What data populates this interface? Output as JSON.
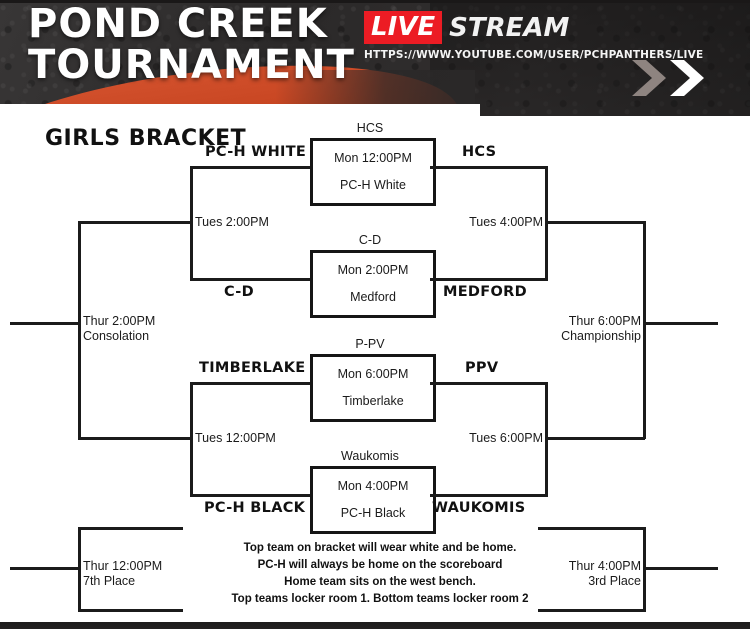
{
  "header": {
    "title_line1": "POND CREEK",
    "title_line2": "TOURNAMENT",
    "live_tag": "LIVE",
    "stream_tag": "STREAM",
    "url": "HTTPS://WWW.YOUTUBE.COM/USER/PCHPANTHERS/LIVE",
    "chevron_gray": "#8e8480",
    "chevron_white": "#ffffff",
    "live_red": "#ec1c24",
    "bg": "#2a2828",
    "swoosh_color": "#c5431f"
  },
  "bracket": {
    "title": "GIRLS BRACKET",
    "seeds": {
      "top_left_upper": "PC-H WHITE",
      "top_left_lower": "C-D",
      "top_right_upper": "HCS",
      "top_right_lower": "MEDFORD",
      "bottom_left_upper": "TIMBERLAKE",
      "bottom_left_lower": "PC-H BLACK",
      "bottom_right_upper": "PPV",
      "bottom_right_lower": "WAUKOMIS"
    },
    "games": [
      {
        "cap": "HCS",
        "time": "Mon 12:00PM",
        "team": "PC-H White"
      },
      {
        "cap": "C-D",
        "time": "Mon 2:00PM",
        "team": "Medford"
      },
      {
        "cap": "P-PV",
        "time": "Mon 6:00PM",
        "team": "Timberlake"
      },
      {
        "cap": "Waukomis",
        "time": "Mon 4:00PM",
        "team": "PC-H Black"
      }
    ],
    "slots": {
      "semi_top_left": "Tues 2:00PM",
      "semi_top_right": "Tues 4:00PM",
      "semi_bot_left": "Tues 12:00PM",
      "semi_bot_right": "Tues 6:00PM",
      "consolation_time": "Thur 2:00PM",
      "consolation_label": "Consolation",
      "championship_time": "Thur 6:00PM",
      "championship_label": "Championship",
      "seventh_time": "Thur 12:00PM",
      "seventh_label": "7th Place",
      "third_time": "Thur 4:00PM",
      "third_label": "3rd Place"
    },
    "notes": [
      "Top team on bracket will wear white and be home.",
      "PC-H will always be home on the scoreboard",
      "Home team sits on the west bench.",
      "Top teams locker room 1.  Bottom teams locker room 2"
    ]
  }
}
